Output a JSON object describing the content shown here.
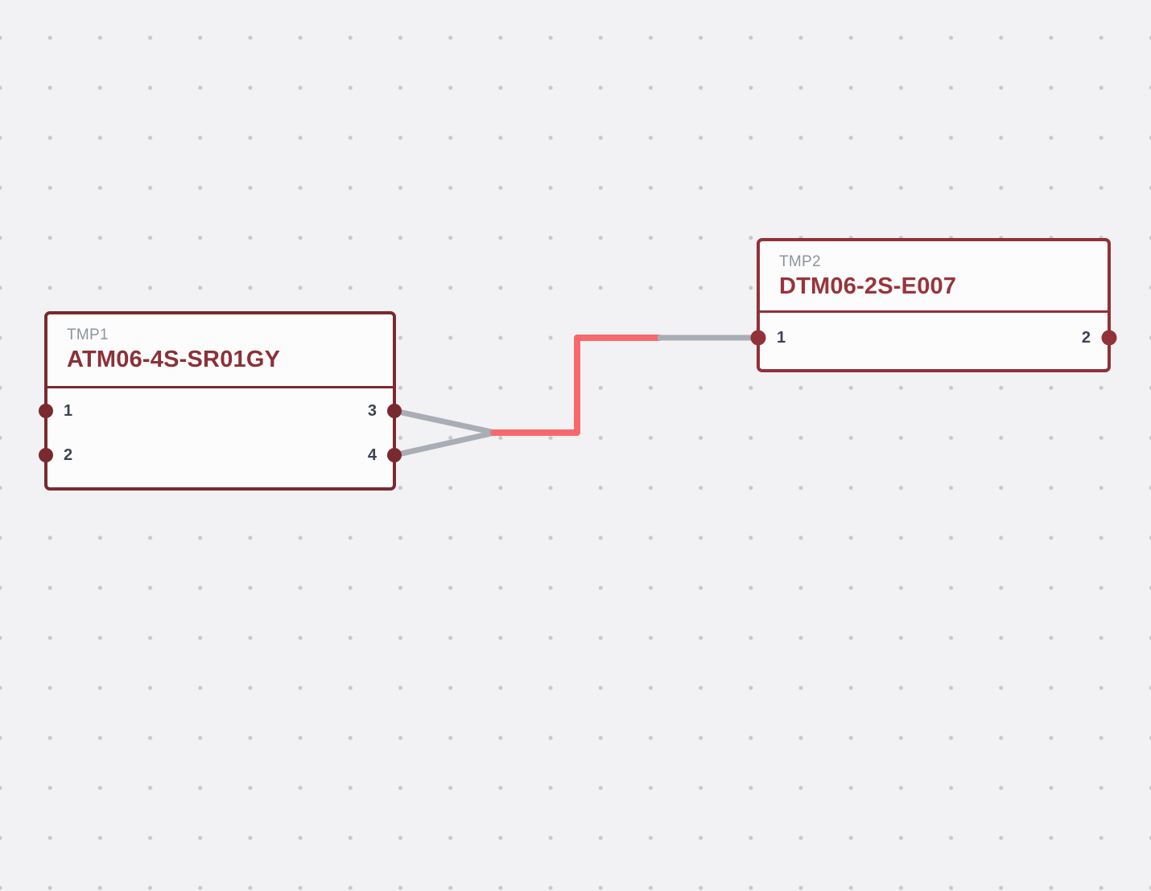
{
  "canvas": {
    "background": "#f2f2f4",
    "grid_dot_color": "#c7c8cc"
  },
  "connectors": [
    {
      "ref": "TMP1",
      "part_number": "ATM06-4S-SR01GY",
      "accent": "#7a2a2e",
      "part_number_color": "#8b3136",
      "pins": [
        {
          "label": "1"
        },
        {
          "label": "2"
        },
        {
          "label": "3"
        },
        {
          "label": "4"
        }
      ]
    },
    {
      "ref": "TMP2",
      "part_number": "DTM06-2S-E007",
      "accent": "#923138",
      "part_number_color": "#99343a",
      "pins": [
        {
          "label": "1"
        },
        {
          "label": "2"
        }
      ]
    }
  ],
  "wire_colors": {
    "gray": "#a8adb6",
    "red": "#f8696e"
  }
}
